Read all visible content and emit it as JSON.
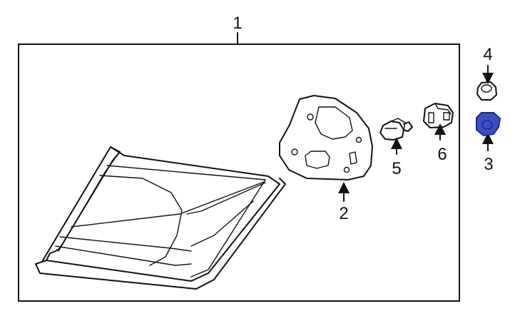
{
  "callouts": {
    "c1": "1",
    "c2": "2",
    "c3": "3",
    "c4": "4",
    "c5": "5",
    "c6": "6"
  },
  "colors": {
    "highlight": "#3a4fc4",
    "highlight_dark": "#1b2a7a",
    "line": "#111111"
  }
}
